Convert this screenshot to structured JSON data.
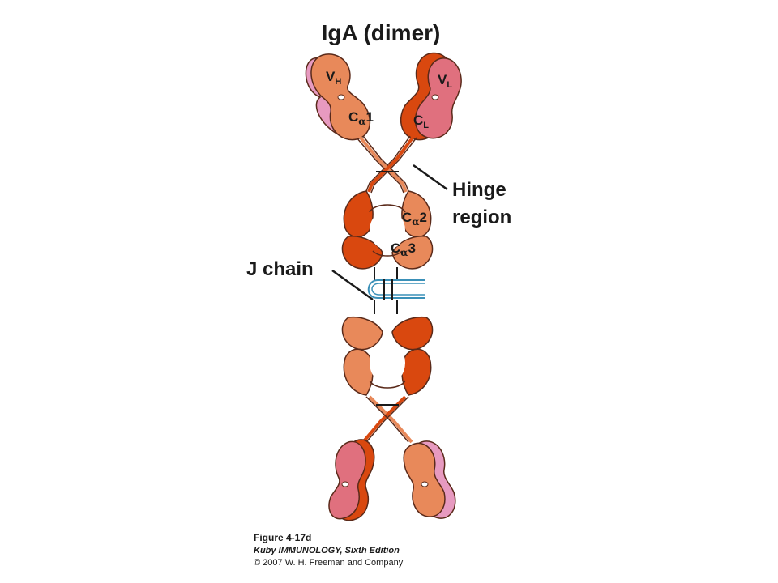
{
  "title": "IgA (dimer)",
  "callouts": {
    "hinge_line1": "Hinge",
    "hinge_line2": "region",
    "j_chain": "J chain"
  },
  "domains": {
    "vh_main": "V",
    "vh_sub": "H",
    "ca1_main": "C",
    "ca1_greek": "α",
    "ca1_num": "1",
    "vl_main": "V",
    "vl_sub": "L",
    "cl_main": "C",
    "cl_sub": "L",
    "ca2_main": "C",
    "ca2_greek": "α",
    "ca2_num": "2",
    "ca3_main": "C",
    "ca3_greek": "α",
    "ca3_num": "3"
  },
  "figure_credit": {
    "number": "Figure 4-17d",
    "book": "Kuby IMMUNOLOGY, Sixth Edition",
    "copyright": "© 2007 W. H. Freeman and Company"
  },
  "colors": {
    "heavy_chain": "#e8895a",
    "heavy_chain_dark": "#d9480f",
    "light_chain": "#e0707e",
    "light_chain_pale": "#e79ac0",
    "outline": "#5a2a1a",
    "j_chain": "#3a90b8",
    "text": "#1a1a1a"
  }
}
